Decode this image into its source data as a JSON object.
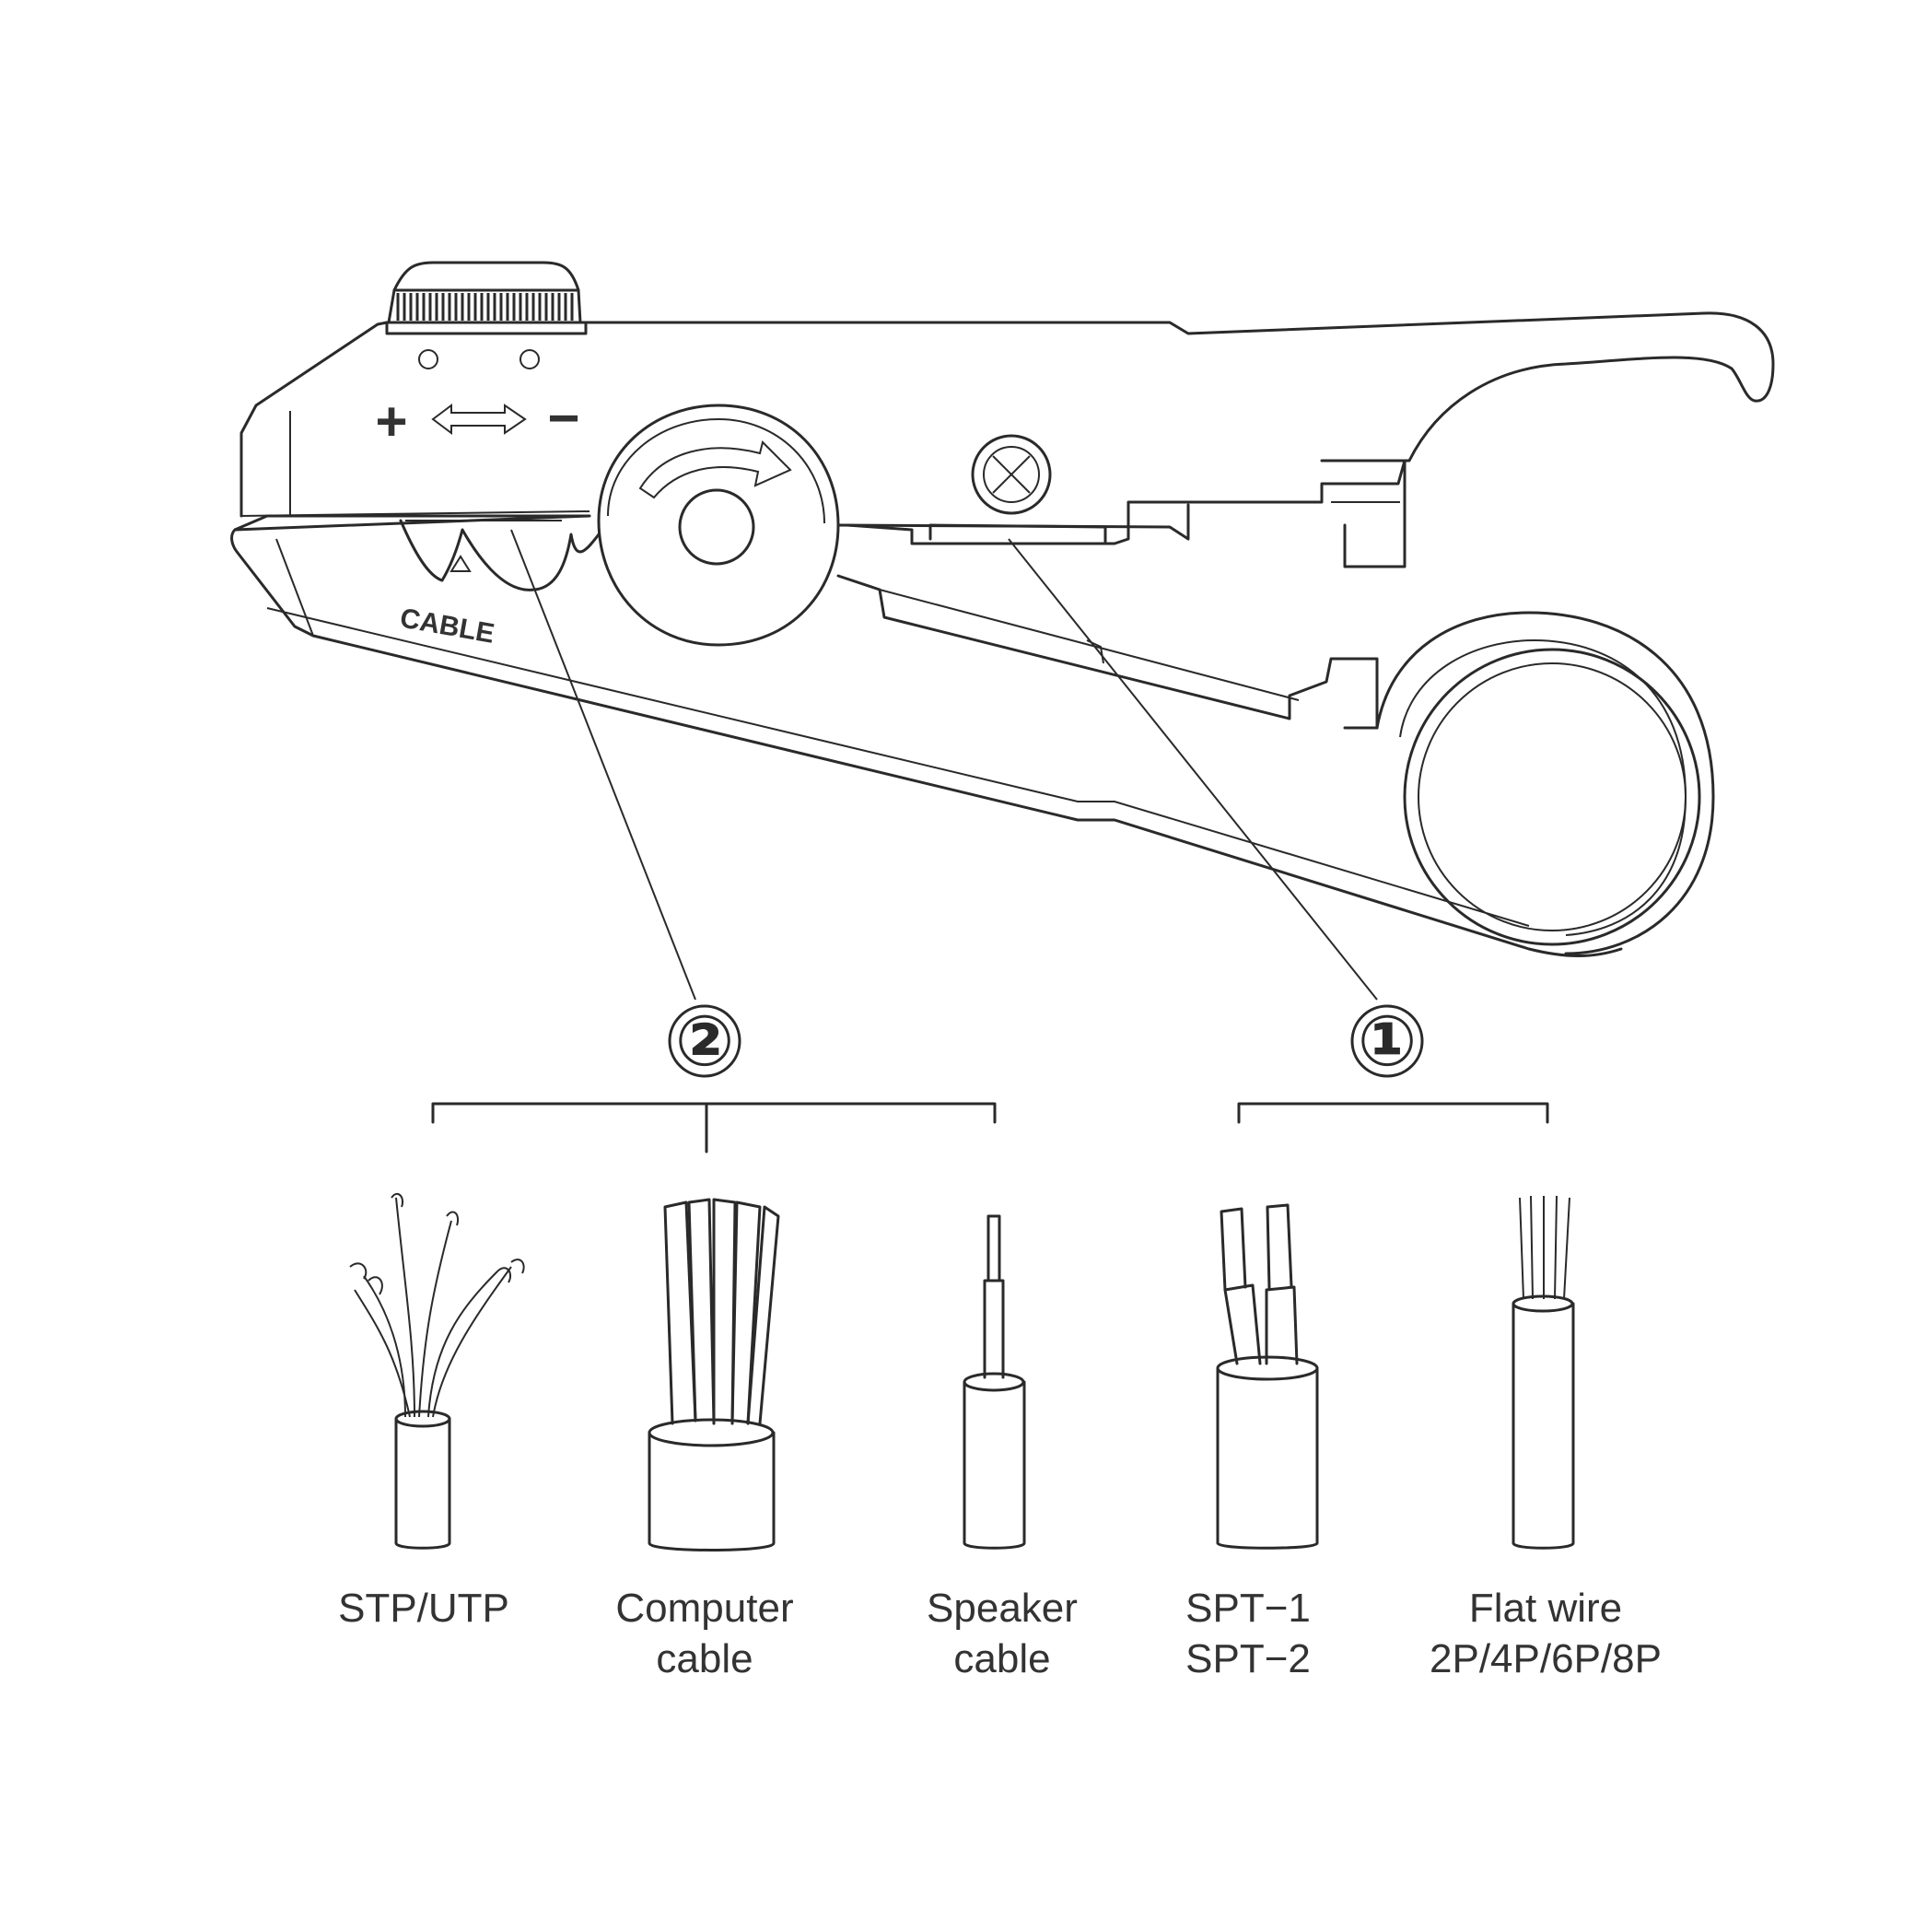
{
  "tool": {
    "adjust_plus": "+",
    "adjust_minus": "−",
    "cable_marker": "CABLE"
  },
  "callouts": {
    "blade_one": "①",
    "blade_two": "②"
  },
  "cables": [
    {
      "label_line1": "STP/UTP",
      "label_line2": ""
    },
    {
      "label_line1": "Computer",
      "label_line2": "cable"
    },
    {
      "label_line1": "Speaker",
      "label_line2": "cable"
    },
    {
      "label_line1": "SPT−1",
      "label_line2": "SPT−2"
    },
    {
      "label_line1": "Flat wire",
      "label_line2": "2P/4P/6P/8P"
    }
  ],
  "colors": {
    "line": "#2a2a2a",
    "text": "#333333",
    "background": "#ffffff"
  }
}
